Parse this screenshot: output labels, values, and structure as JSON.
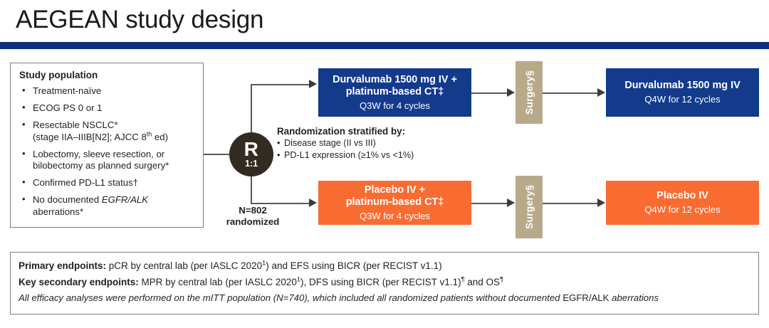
{
  "header": {
    "title": "AEGEAN study design",
    "rule_color": "#0d3082"
  },
  "population": {
    "heading": "Study population",
    "items": [
      {
        "text": "Treatment-naïve"
      },
      {
        "text": "ECOG PS 0 or 1"
      },
      {
        "text": "Resectable NSCLC*"
      },
      {
        "text": "(stage IIA–IIIB[N2]; AJCC 8th ed)"
      },
      {
        "text": "Lobectomy, sleeve resection, or"
      },
      {
        "text": "bilobectomy as planned surgery*"
      },
      {
        "text": "Confirmed PD-L1 status†"
      },
      {
        "text": "No documented EGFR/ALK"
      },
      {
        "text": "aberrations*"
      }
    ]
  },
  "randomization": {
    "letter": "R",
    "ratio": "1:1",
    "count_line1": "N=802",
    "count_line2": "randomized",
    "strat_heading": "Randomization stratified by:",
    "strat_items": [
      "Disease stage (II vs III)",
      "PD-L1 expression (≥1% vs <1%)"
    ]
  },
  "arms": {
    "induction_durvalumab": {
      "line1": "Durvalumab 1500 mg IV +",
      "line2": "platinum-based CT‡",
      "schedule": "Q3W for 4 cycles",
      "color": "#133a8b"
    },
    "adjuvant_durvalumab": {
      "line1": "Durvalumab 1500 mg IV",
      "schedule": "Q4W for 12 cycles",
      "color": "#133a8b"
    },
    "induction_placebo": {
      "line1": "Placebo IV +",
      "line2": "platinum-based CT‡",
      "schedule": "Q3W for 4 cycles",
      "color": "#f86c32"
    },
    "adjuvant_placebo": {
      "line1": "Placebo IV",
      "schedule": "Q4W for 12 cycles",
      "color": "#f86c32"
    },
    "surgery_label": "Surgery§",
    "surgery_color": "#b8a98b"
  },
  "endpoints": {
    "primary_label": "Primary endpoints:",
    "primary_text": " pCR by central lab (per IASLC 2020¹) and EFS using BICR (per RECIST v1.1)",
    "secondary_label": "Key secondary endpoints:",
    "secondary_text": " MPR by central lab (per IASLC 2020¹), DFS using BICR (per RECIST v1.1)¶ and OS¶",
    "note": "All efficacy analyses were performed on the mITT population (N=740), which included all randomized patients without documented EGFR/ALK aberrations"
  }
}
